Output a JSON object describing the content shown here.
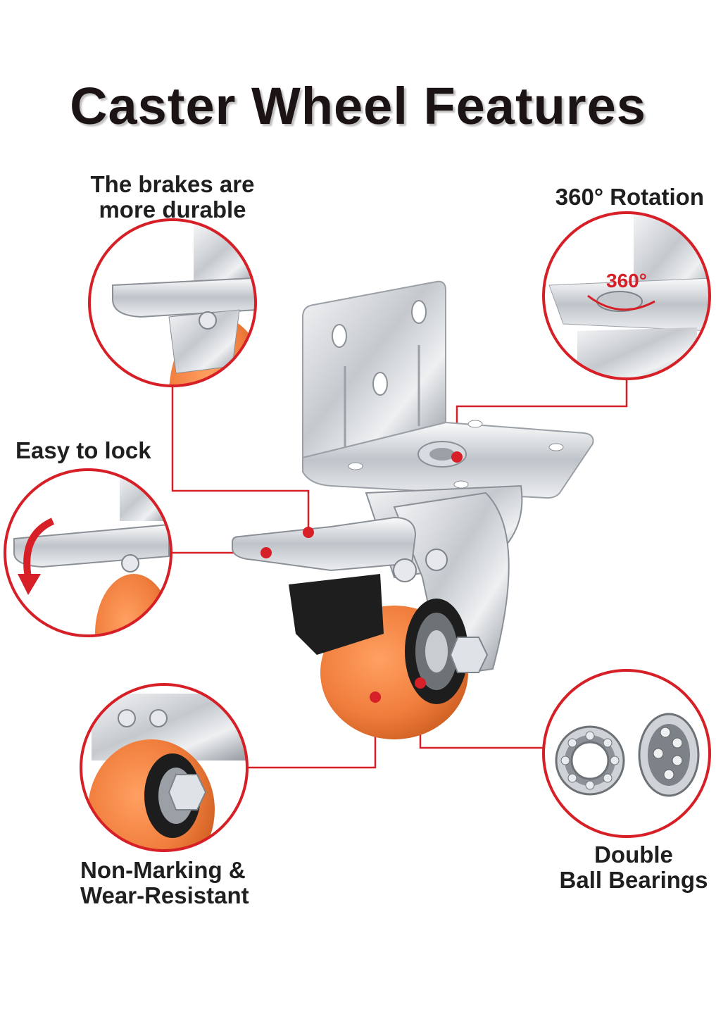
{
  "title": "Caster Wheel Features",
  "features": {
    "brakes": {
      "line1": "The brakes are",
      "line2": "more durable"
    },
    "rotation": {
      "label": "360° Rotation",
      "badge": "360°"
    },
    "lock": {
      "label": "Easy to lock"
    },
    "wheel": {
      "line1": "Non-Marking &",
      "line2": "Wear-Resistant"
    },
    "bearings": {
      "line1": "Double",
      "line2": "Ball Bearings"
    }
  },
  "colors": {
    "accent_red": "#d61f26",
    "wheel_orange": "#f07d3c",
    "steel": "#c8ccd1",
    "title": "#1c1414"
  }
}
